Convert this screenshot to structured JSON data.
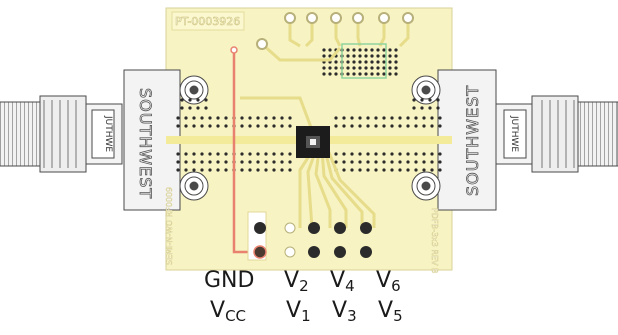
{
  "board": {
    "part_number": "PT-0003926",
    "left_brand": "SOUTHWEST",
    "right_brand": "SOUTHWEST",
    "connector_label": "JUTHWE",
    "left_vertical_text": "SEMI-N-WO RF0009",
    "right_vertical_text": "PDFB-3x3 REV B"
  },
  "pin_labels": {
    "gnd": "GND",
    "vcc_main": "V",
    "vcc_sub": "CC",
    "v2_main": "V",
    "v2_sub": "2",
    "v4_main": "V",
    "v4_sub": "4",
    "v6_main": "V",
    "v6_sub": "6",
    "v1_main": "V",
    "v1_sub": "1",
    "v3_main": "V",
    "v3_sub": "3",
    "v5_main": "V",
    "v5_sub": "5"
  },
  "colors": {
    "board": "#f7f3c2",
    "trace": "#e6dc8a",
    "rf_trace": "#f3ea9a",
    "vcc_trace": "#e8826f",
    "connector_body": "#efefef",
    "connector_outline": "#4a4a4a",
    "chip": "#1c1c1c",
    "via": "#2b2b2b",
    "pad_ring": "#b8b07a",
    "green_outline": "#8fd49c"
  }
}
